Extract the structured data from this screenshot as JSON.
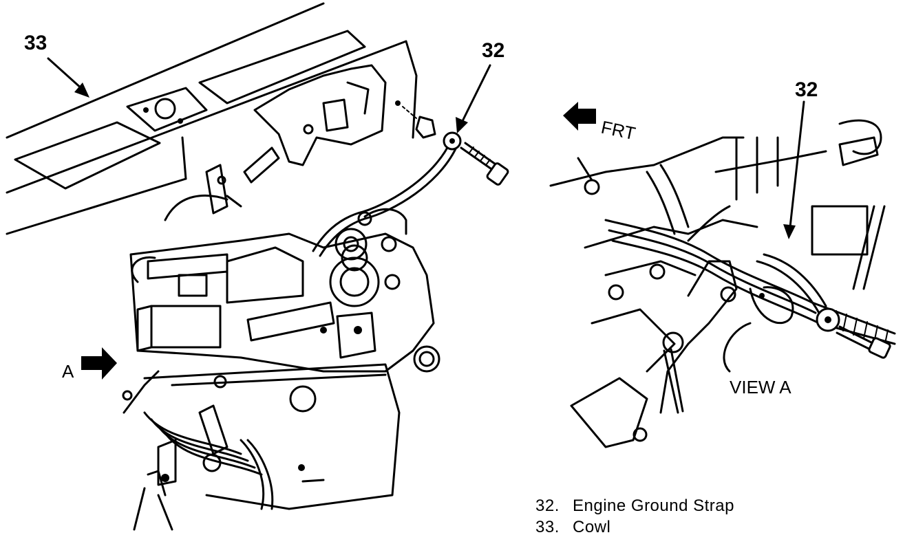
{
  "callouts": {
    "cowl_main": "33",
    "ground_strap_main": "32",
    "ground_strap_view_a": "32",
    "view_a_pointer": "A"
  },
  "labels": {
    "front_indicator": "FRT",
    "view_title": "VIEW A"
  },
  "legend": [
    {
      "number": "32.",
      "text": "Engine Ground Strap"
    },
    {
      "number": "33.",
      "text": "Cowl"
    }
  ]
}
